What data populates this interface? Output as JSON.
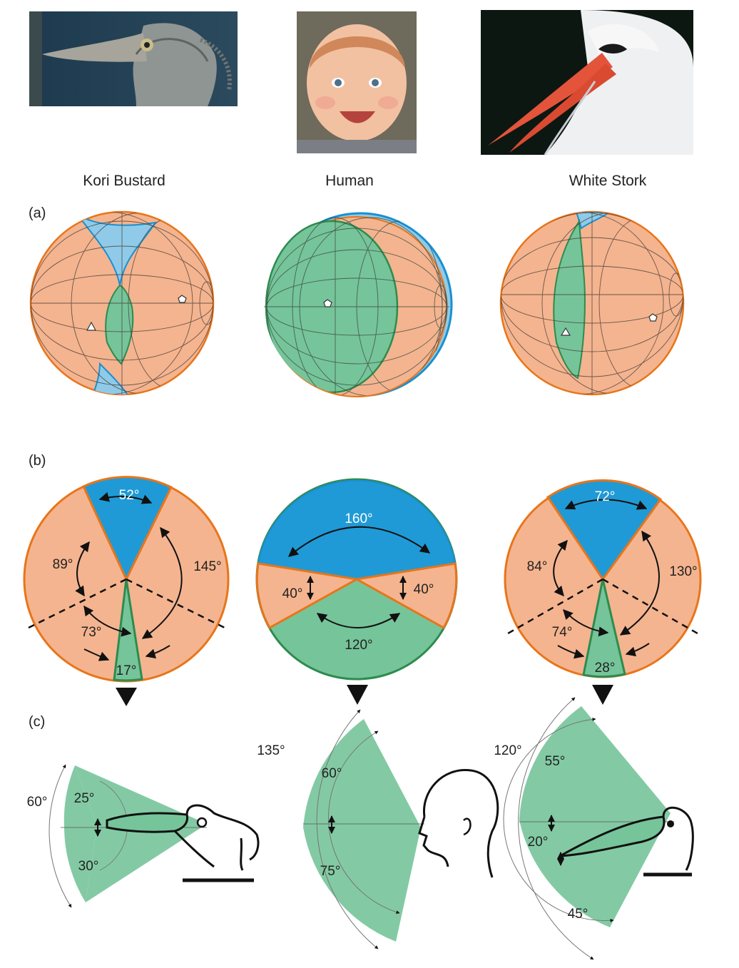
{
  "subjects": [
    {
      "name": "Kori Bustard"
    },
    {
      "name": "Human"
    },
    {
      "name": "White Stork"
    }
  ],
  "panel_labels": {
    "a": "(a)",
    "b": "(b)",
    "c": "(c)"
  },
  "colors": {
    "binocular": "#76c49a",
    "monocular": "#f4b48f",
    "blind": "#3a9fd5",
    "outline_orange": "#e8751a",
    "outline_green": "#2e8b4f",
    "outline_blue": "#1b8fd0"
  },
  "panel_b": {
    "kori": {
      "blind": "52°",
      "left": "89°",
      "right": "145°",
      "lower": "73°",
      "binocular": "17°"
    },
    "human": {
      "blind": "160°",
      "left": "40°",
      "right": "40°",
      "binocular": "120°"
    },
    "stork": {
      "blind": "72°",
      "left": "84°",
      "right": "130°",
      "lower": "74°",
      "binocular": "28°"
    }
  },
  "panel_c": {
    "kori": {
      "total": "60°",
      "upper": "25°",
      "lower": "30°"
    },
    "human": {
      "total": "135°",
      "upper": "60°",
      "lower": "75°"
    },
    "stork": {
      "total": "120°",
      "upper": "55°",
      "mid": "20°",
      "lower": "45°"
    }
  }
}
